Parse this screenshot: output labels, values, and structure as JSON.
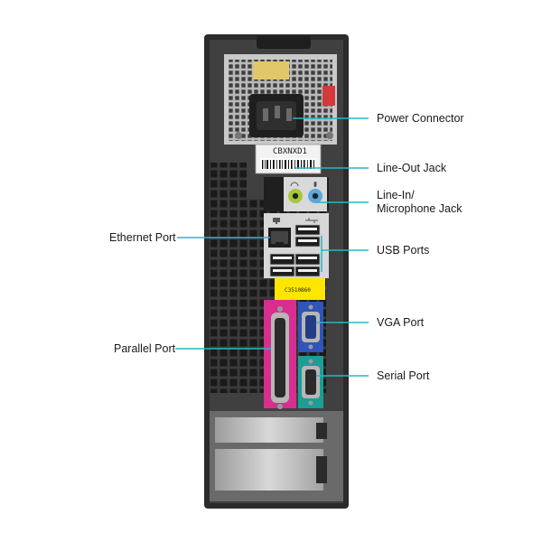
{
  "callouts": {
    "power_connector": "Power Connector",
    "line_out": "Line-Out Jack",
    "line_in_1": "Line-In/",
    "line_in_2": "Microphone Jack",
    "usb": "USB Ports",
    "ethernet": "Ethernet Port",
    "vga": "VGA Port",
    "parallel": "Parallel Port",
    "serial": "Serial Port"
  },
  "stickers": {
    "service_tag": "CBXNXD1",
    "yellow_code": "C3510860"
  },
  "colors": {
    "callout_line": "#29b6c6",
    "chassis": "#2b2b2b",
    "panel": "#c9c9c9",
    "line_out_jack": "#a6c83a",
    "line_in_jack": "#5aa7e0",
    "parallel_block": "#d62f8f",
    "vga_block": "#2f55b8",
    "serial_block": "#1b9e95",
    "yellow_label": "#ffe600"
  },
  "icons": [
    "ethernet-icon",
    "usb-icon",
    "headphone-icon",
    "microphone-icon"
  ]
}
